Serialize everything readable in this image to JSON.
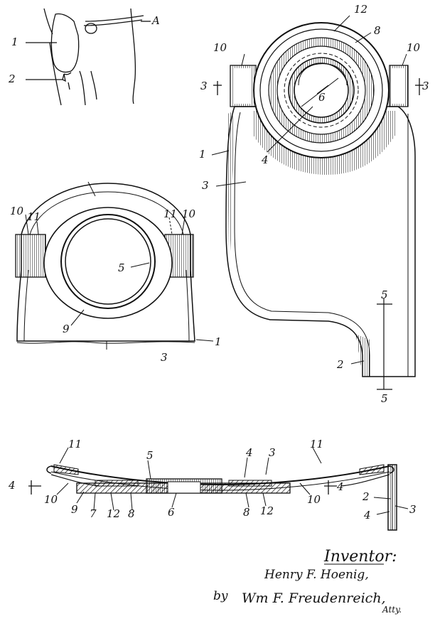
{
  "colors": {
    "ink": "#111111",
    "paper": "#ffffff"
  },
  "figures": [
    {
      "id": "figure-person",
      "labels": [
        "1",
        "2",
        "A"
      ]
    },
    {
      "id": "figure-receptacle-front",
      "labels": [
        "12",
        "8",
        "10",
        "10",
        "3",
        "3",
        "6",
        "1",
        "4",
        "3",
        "5",
        "5",
        "2"
      ]
    },
    {
      "id": "figure-receptacle-top",
      "labels": [
        "10",
        "11",
        "11",
        "10",
        "5",
        "9",
        "1",
        "3"
      ]
    },
    {
      "id": "figure-section-4-4",
      "labels": [
        "11",
        "5",
        "4",
        "3",
        "11",
        "4",
        "4",
        "10",
        "9",
        "7",
        "12",
        "8",
        "6",
        "8",
        "12",
        "10"
      ]
    },
    {
      "id": "figure-section-5-5",
      "labels": [
        "2",
        "4",
        "3"
      ]
    }
  ],
  "signature": {
    "title": "Inventor:",
    "inventor": "Henry F. Hoenig,",
    "by": "by",
    "attorney": "Wm F. Freudenreich,",
    "attys": "Atty."
  }
}
